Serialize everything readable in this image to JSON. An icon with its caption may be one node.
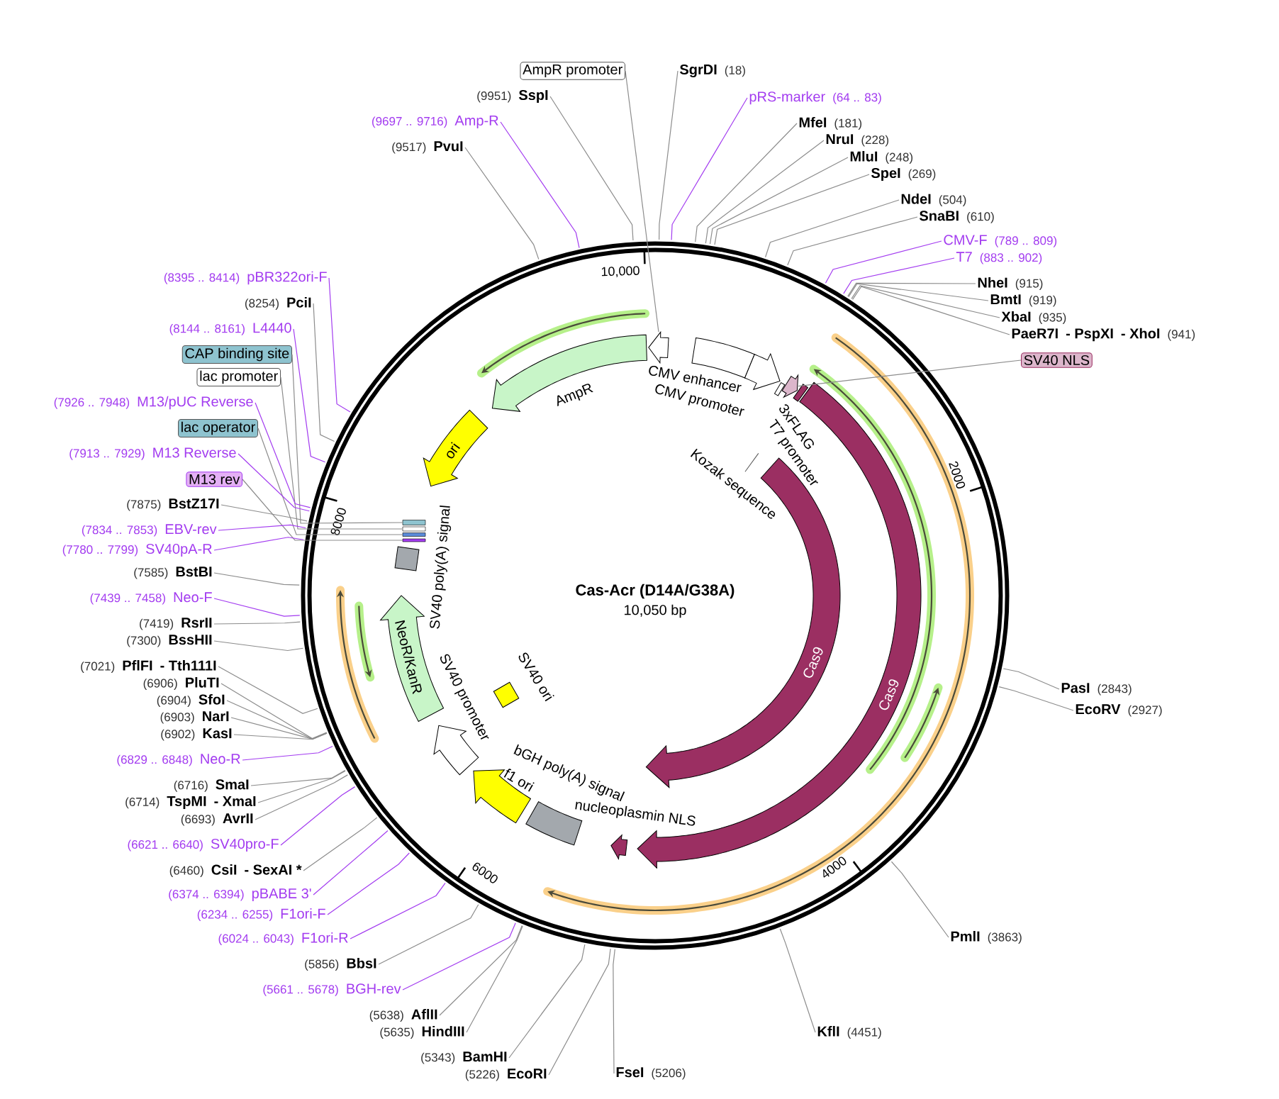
{
  "diagram": {
    "title": "Cas-Acr (D14A/G38A)",
    "nodes": [
      {
        "text": [
          "AmpR promoter"
        ]
      },
      {
        "text": [
          "(9951)",
          "SspI"
        ]
      },
      {
        "text": [
          "(9697 .. 9716)",
          "Amp-R"
        ]
      },
      {
        "text": [
          "(9517)",
          "PvuI"
        ]
      },
      {
        "text": [
          "(8395 .. 8414)",
          "pBR322ori-F"
        ]
      },
      {
        "text": [
          "(8254)",
          "PciI"
        ]
      },
      {
        "text": [
          "(8144 .. 8161)",
          "L4440"
        ]
      },
      {
        "text": [
          "CAP binding site"
        ]
      },
      {
        "text": [
          "lac promoter"
        ]
      },
      {
        "text": [
          "(7926 .. 7948)",
          "M13/pUC Reverse"
        ]
      },
      {
        "text": [
          "lac operator"
        ]
      },
      {
        "text": [
          "(7913 .. 7929)",
          "M13 Reverse"
        ]
      },
      {
        "text": [
          "M13 rev"
        ]
      },
      {
        "text": [
          "(7875)",
          "BstZ17I"
        ]
      },
      {
        "text": [
          "(7834 .. 7853)",
          "EBV-rev"
        ]
      },
      {
        "text": [
          "(7780 .. 7799)",
          "SV40pA-R"
        ]
      },
      {
        "text": [
          "(7585)",
          "BstBI"
        ]
      },
      {
        "text": [
          "(7439 .. 7458)",
          "Neo-F"
        ]
      },
      {
        "text": [
          "(7419)",
          "RsrII"
        ]
      },
      {
        "text": [
          "(7300)",
          "BssHII"
        ]
      },
      {
        "text": [
          "(7021)",
          "PflFI",
          "- Tth111I"
        ]
      },
      {
        "text": [
          "(6906)",
          "PluTI"
        ]
      },
      {
        "text": [
          "(6904)",
          "SfoI"
        ]
      },
      {
        "text": [
          "(6903)",
          "NarI"
        ]
      },
      {
        "text": [
          "(6902)",
          "KasI"
        ]
      },
      {
        "text": [
          "(6829 .. 6848)",
          "Neo-R"
        ]
      },
      {
        "text": [
          "(6716)",
          "SmaI"
        ]
      },
      {
        "text": [
          "(6714)",
          "TspMI",
          "- XmaI"
        ]
      },
      {
        "text": [
          "(6693)",
          "AvrII"
        ]
      },
      {
        "text": [
          "(6621 .. 6640)",
          "SV40pro-F"
        ]
      },
      {
        "text": [
          "(6460)",
          "CsiI",
          "- SexAI *"
        ]
      },
      {
        "text": [
          "(6374 .. 6394)",
          "pBABE 3'"
        ]
      },
      {
        "text": [
          "(6234 .. 6255)",
          "F1ori-F"
        ]
      },
      {
        "text": [
          "(6024 .. 6043)",
          "F1ori-R"
        ]
      },
      {
        "text": [
          "(5856)",
          "BbsI"
        ]
      },
      {
        "text": [
          "(5661 .. 5678)",
          "BGH-rev"
        ]
      },
      {
        "text": [
          "(5638)",
          "AflII"
        ]
      },
      {
        "text": [
          "(5635)",
          "HindIII"
        ]
      },
      {
        "text": [
          "(5343)",
          "BamHI"
        ]
      },
      {
        "text": [
          "(5226)",
          "EcoRI"
        ]
      },
      {
        "text": [
          "SgrDI",
          "(18)"
        ]
      },
      {
        "text": [
          "pRS-marker",
          "(64 .. 83)"
        ]
      },
      {
        "text": [
          "MfeI",
          "(181)"
        ]
      },
      {
        "text": [
          "NruI",
          "(228)"
        ]
      },
      {
        "text": [
          "MluI",
          "(248)"
        ]
      },
      {
        "text": [
          "SpeI",
          "(269)"
        ]
      },
      {
        "text": [
          "NdeI",
          "(504)"
        ]
      },
      {
        "text": [
          "SnaBI",
          "(610)"
        ]
      },
      {
        "text": [
          "CMV-F",
          "(789 .. 809)"
        ]
      },
      {
        "text": [
          "T7",
          "(883 .. 902)"
        ]
      },
      {
        "text": [
          "NheI",
          "(915)"
        ]
      },
      {
        "text": [
          "BmtI",
          "(919)"
        ]
      },
      {
        "text": [
          "XbaI",
          "(935)"
        ]
      },
      {
        "text": [
          "PaeR7I",
          "- PspXI",
          "- XhoI",
          "(941)"
        ]
      },
      {
        "text": [
          "SV40 NLS"
        ]
      },
      {
        "text": [
          "PasI",
          "(2843)"
        ]
      },
      {
        "text": [
          "EcoRV",
          "(2927)"
        ]
      },
      {
        "text": [
          "PmlI",
          "(3863)"
        ]
      },
      {
        "text": [
          "KflI",
          "(4451)"
        ]
      },
      {
        "text": [
          "FseI",
          "(5206)"
        ]
      },
      {
        "text": [
          "AmpR"
        ]
      },
      {
        "text": [
          "ori"
        ]
      },
      {
        "text": [
          "CMV enhancer"
        ]
      },
      {
        "text": [
          "CMV promoter"
        ]
      },
      {
        "text": [
          "3xFLAG"
        ]
      },
      {
        "text": [
          "T7 promoter"
        ]
      },
      {
        "text": [
          "Kozak sequence"
        ]
      },
      {
        "text": [
          "Cas9"
        ]
      },
      {
        "text": [
          "Cas9"
        ]
      },
      {
        "text": [
          "nucleoplasmin NLS"
        ]
      },
      {
        "text": [
          "bGH poly(A) signal"
        ]
      },
      {
        "text": [
          "f1 ori"
        ]
      },
      {
        "text": [
          "SV40 ori"
        ]
      },
      {
        "text": [
          "SV40 promoter"
        ]
      },
      {
        "text": [
          "NeoR/KanR"
        ]
      },
      {
        "text": [
          "SV40 poly(A) signal"
        ]
      },
      {
        "text": [],
        "shape": "arrow"
      },
      {
        "text": [],
        "shape": "arrow"
      },
      {
        "text": [],
        "shape": "bar"
      },
      {
        "text": [],
        "shape": "bar"
      },
      {
        "text": [],
        "shape": "bar"
      },
      {
        "text": [],
        "shape": "bar"
      }
    ],
    "edges": [
      {
        "from": 0,
        "to": 77,
        "arrow": "none"
      },
      {
        "from": 1,
        "to": null,
        "arrow": "none"
      },
      {
        "from": 2,
        "to": null,
        "arrow": "none",
        "color": "#a33cf0"
      },
      {
        "from": 3,
        "to": null,
        "arrow": "none"
      },
      {
        "from": 4,
        "to": null,
        "arrow": "none",
        "color": "#a33cf0"
      },
      {
        "from": 5,
        "to": null,
        "arrow": "none"
      },
      {
        "from": 6,
        "to": null,
        "arrow": "none",
        "color": "#a33cf0"
      },
      {
        "from": 7,
        "to": 78,
        "arrow": "none"
      },
      {
        "from": 8,
        "to": 79,
        "arrow": "none"
      },
      {
        "from": 9,
        "to": null,
        "arrow": "none",
        "color": "#a33cf0"
      },
      {
        "from": 10,
        "to": 80,
        "arrow": "none"
      },
      {
        "from": 11,
        "to": null,
        "arrow": "none",
        "color": "#a33cf0"
      },
      {
        "from": 12,
        "to": 81,
        "arrow": "none"
      },
      {
        "from": 13,
        "to": null,
        "arrow": "none"
      },
      {
        "from": 14,
        "to": null,
        "arrow": "none",
        "color": "#a33cf0"
      },
      {
        "from": 15,
        "to": null,
        "arrow": "none",
        "color": "#a33cf0"
      },
      {
        "from": 16,
        "to": null,
        "arrow": "none"
      },
      {
        "from": 17,
        "to": null,
        "arrow": "none",
        "color": "#a33cf0"
      },
      {
        "from": 18,
        "to": null,
        "arrow": "none"
      },
      {
        "from": 19,
        "to": null,
        "arrow": "none"
      },
      {
        "from": 20,
        "to": null,
        "arrow": "none"
      },
      {
        "from": 21,
        "to": null,
        "arrow": "none"
      },
      {
        "from": 22,
        "to": null,
        "arrow": "none"
      },
      {
        "from": 23,
        "to": null,
        "arrow": "none"
      },
      {
        "from": 24,
        "to": null,
        "arrow": "none"
      },
      {
        "from": 25,
        "to": null,
        "arrow": "none",
        "color": "#a33cf0"
      },
      {
        "from": 26,
        "to": null,
        "arrow": "none"
      },
      {
        "from": 27,
        "to": null,
        "arrow": "none"
      },
      {
        "from": 28,
        "to": null,
        "arrow": "none"
      },
      {
        "from": 29,
        "to": null,
        "arrow": "none",
        "color": "#a33cf0"
      },
      {
        "from": 30,
        "to": null,
        "arrow": "none"
      },
      {
        "from": 31,
        "to": null,
        "arrow": "none",
        "color": "#a33cf0"
      },
      {
        "from": 32,
        "to": null,
        "arrow": "none",
        "color": "#a33cf0"
      },
      {
        "from": 33,
        "to": null,
        "arrow": "none",
        "color": "#a33cf0"
      },
      {
        "from": 34,
        "to": null,
        "arrow": "none"
      },
      {
        "from": 35,
        "to": null,
        "arrow": "none",
        "color": "#a33cf0"
      },
      {
        "from": 36,
        "to": null,
        "arrow": "none"
      },
      {
        "from": 37,
        "to": null,
        "arrow": "none"
      },
      {
        "from": 38,
        "to": null,
        "arrow": "none"
      },
      {
        "from": 39,
        "to": null,
        "arrow": "none"
      },
      {
        "from": 40,
        "to": null,
        "arrow": "none"
      },
      {
        "from": 41,
        "to": null,
        "arrow": "none",
        "color": "#a33cf0"
      },
      {
        "from": 42,
        "to": null,
        "arrow": "none"
      },
      {
        "from": 43,
        "to": null,
        "arrow": "none"
      },
      {
        "from": 44,
        "to": null,
        "arrow": "none"
      },
      {
        "from": 45,
        "to": null,
        "arrow": "none"
      },
      {
        "from": 46,
        "to": null,
        "arrow": "none"
      },
      {
        "from": 47,
        "to": null,
        "arrow": "none"
      },
      {
        "from": 48,
        "to": null,
        "arrow": "none",
        "color": "#a33cf0"
      },
      {
        "from": 49,
        "to": null,
        "arrow": "none",
        "color": "#a33cf0"
      },
      {
        "from": 50,
        "to": null,
        "arrow": "none"
      },
      {
        "from": 51,
        "to": null,
        "arrow": "none"
      },
      {
        "from": 52,
        "to": null,
        "arrow": "none"
      },
      {
        "from": 53,
        "to": null,
        "arrow": "none"
      },
      {
        "from": 54,
        "to": 76,
        "arrow": "none"
      },
      {
        "from": 55,
        "to": null,
        "arrow": "none"
      },
      {
        "from": 56,
        "to": null,
        "arrow": "none"
      },
      {
        "from": 57,
        "to": null,
        "arrow": "none"
      },
      {
        "from": 58,
        "to": null,
        "arrow": "none"
      },
      {
        "from": 59,
        "to": null,
        "arrow": "none"
      }
    ],
    "labels": [
      "10,000",
      "2000",
      "4000",
      "6000",
      "8000",
      "10,050 bp"
    ]
  }
}
